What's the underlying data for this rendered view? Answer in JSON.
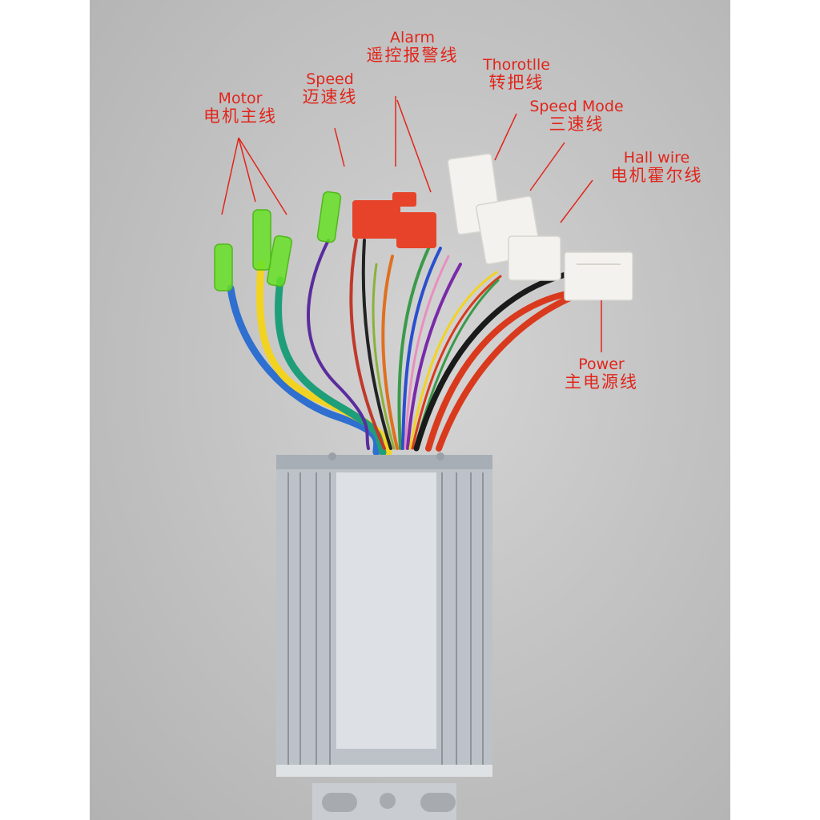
{
  "image": {
    "subject": "E-bike brushless motor controller with labeled wiring harness",
    "background_color": "#c6c6c6",
    "label_color": "#e1251b"
  },
  "labels": [
    {
      "id": "motor",
      "en": "Motor",
      "zh": "电机主线"
    },
    {
      "id": "speed",
      "en": "Speed",
      "zh": "迈速线"
    },
    {
      "id": "alarm",
      "en": "Alarm",
      "zh": "遥控报警线"
    },
    {
      "id": "throttle",
      "en": "Thorotlle",
      "zh": "转把线"
    },
    {
      "id": "speed_mode",
      "en": "Speed Mode",
      "zh": "三速线"
    },
    {
      "id": "hall",
      "en": "Hall wire",
      "zh": "电机霍尔线"
    },
    {
      "id": "power",
      "en": "Power",
      "zh": "主电源线"
    }
  ],
  "wire_colors": {
    "motor": [
      "#2f6fd0",
      "#f2d321",
      "#1f9e7a"
    ],
    "speed": "#5a2c9e",
    "power": [
      "#d93a1e",
      "#1a1a1a"
    ],
    "misc": [
      "#e07020",
      "#e98ec0",
      "#2a4fcf",
      "#3a9a4a",
      "#7a2aa8"
    ]
  },
  "connectors": {
    "bullet_color": "#66e024",
    "alarm_color": "#e6432a",
    "plug_color": "#f4f2ee"
  }
}
